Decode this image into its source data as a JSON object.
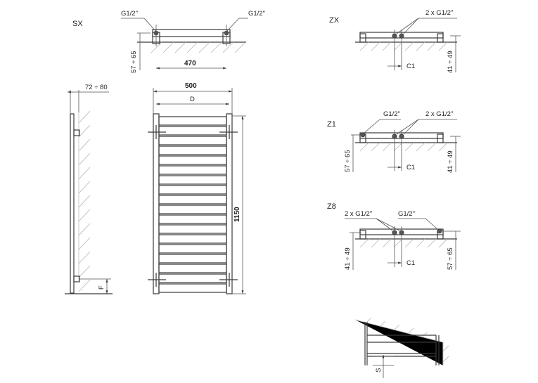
{
  "views": {
    "sx": "SX",
    "zx": "ZX",
    "z1": "Z1",
    "z8": "Z8"
  },
  "labels": {
    "g12": "G1/2\"",
    "two_g12": "2 x G1/2\"",
    "d57_65": "57 ÷ 65",
    "d41_49": "41 ÷ 49",
    "d72_80": "72 ÷ 80",
    "d470": "470",
    "d500": "500",
    "d1150": "1150",
    "D": "D",
    "F": "F",
    "C1": "C1",
    "S": "S"
  }
}
